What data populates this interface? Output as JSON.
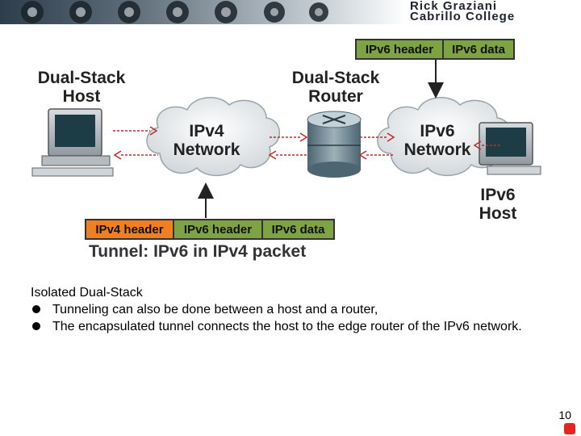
{
  "header": {
    "author": "Rick Graziani",
    "school": "Cabrillo College"
  },
  "diagram": {
    "host_label": [
      "Dual-Stack",
      "Host"
    ],
    "router_label": [
      "Dual-Stack",
      "Router"
    ],
    "ipv4_cloud": [
      "IPv4",
      "Network"
    ],
    "ipv6_cloud": [
      "IPv6",
      "Network"
    ],
    "ipv6_host_label": [
      "IPv6",
      "Host"
    ],
    "top_packet": [
      "IPv6 header",
      "IPv6 data"
    ],
    "bottom_packet": [
      "IPv4 header",
      "IPv6 header",
      "IPv6 data"
    ],
    "caption": "Tunnel: IPv6 in IPv4 packet",
    "colors": {
      "ipv6": "#7ea342",
      "ipv4": "#f07f20",
      "cloud": "#e4e8ea"
    }
  },
  "body": {
    "heading": "Isolated Dual-Stack",
    "bullets": [
      "Tunneling can also be done between a host and a router,",
      "The encapsulated tunnel connects the host to the edge router of the IPv6 network."
    ]
  },
  "page_number": "10"
}
